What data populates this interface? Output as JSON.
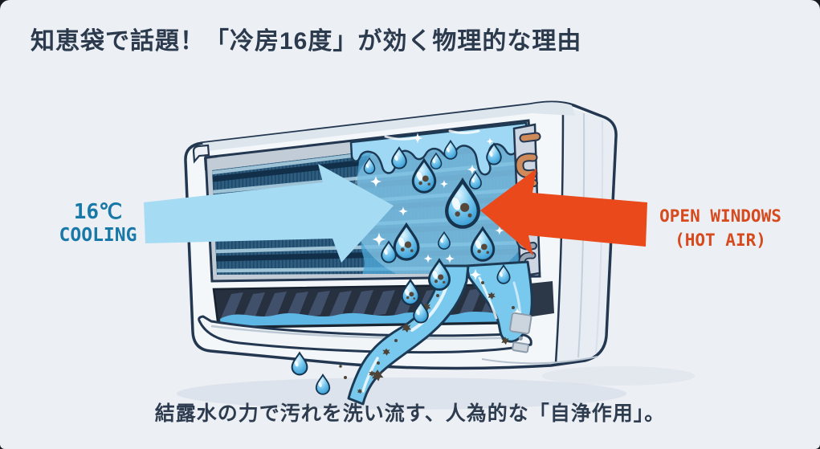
{
  "page": {
    "title": "知恵袋で話題！「冷房16度」が効く物理的な理由",
    "caption": "結露水の力で汚れを洗い流す、人為的な「自浄作用」。"
  },
  "annotations": {
    "cooling": {
      "line1": "16℃",
      "line2": "COOLING"
    },
    "hot_air": {
      "line1": "OPEN WINDOWS",
      "line2": "(HOT AIR)"
    }
  },
  "colors": {
    "background": "#eceff4",
    "title_text": "#2c3a4d",
    "caption_text": "#2e3c4f",
    "cooling_text": "#1879a8",
    "cooling_arrow": "#a6dbf4",
    "hot_text": "#d74a1e",
    "hot_arrow": "#e9491b",
    "outline_navy": "#243750",
    "unit_body": "#f4f7fa",
    "fin_blue": "#2d5d80",
    "water_blue": "#79c8ee",
    "copper": "#cf8a5a",
    "dirt": "#4e4337"
  }
}
